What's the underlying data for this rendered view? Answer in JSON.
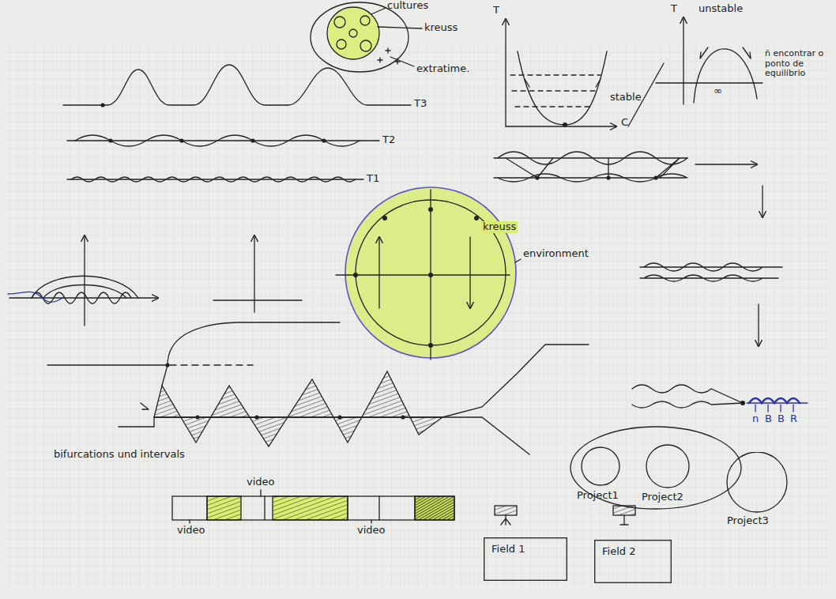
{
  "diagram": {
    "nodes": [
      {
        "text": [
          "Project1"
        ]
      },
      {
        "text": [
          "Project2"
        ]
      },
      {
        "text": [
          "Project3"
        ]
      },
      {
        "text": [
          "Field 1"
        ]
      },
      {
        "text": [
          "Field 2"
        ]
      }
    ],
    "labels": [
      "cultures",
      "kreuss",
      "extratime.",
      "T3",
      "T2",
      "T1",
      "T",
      "stable",
      "C",
      "T",
      "unstable",
      "ñ encontrar o ponto de equilíbrio",
      "∞",
      "kreuss",
      "environment",
      "bifurcations und intervals",
      "video",
      "video",
      "video",
      "n",
      "B",
      "B",
      "R"
    ]
  }
}
